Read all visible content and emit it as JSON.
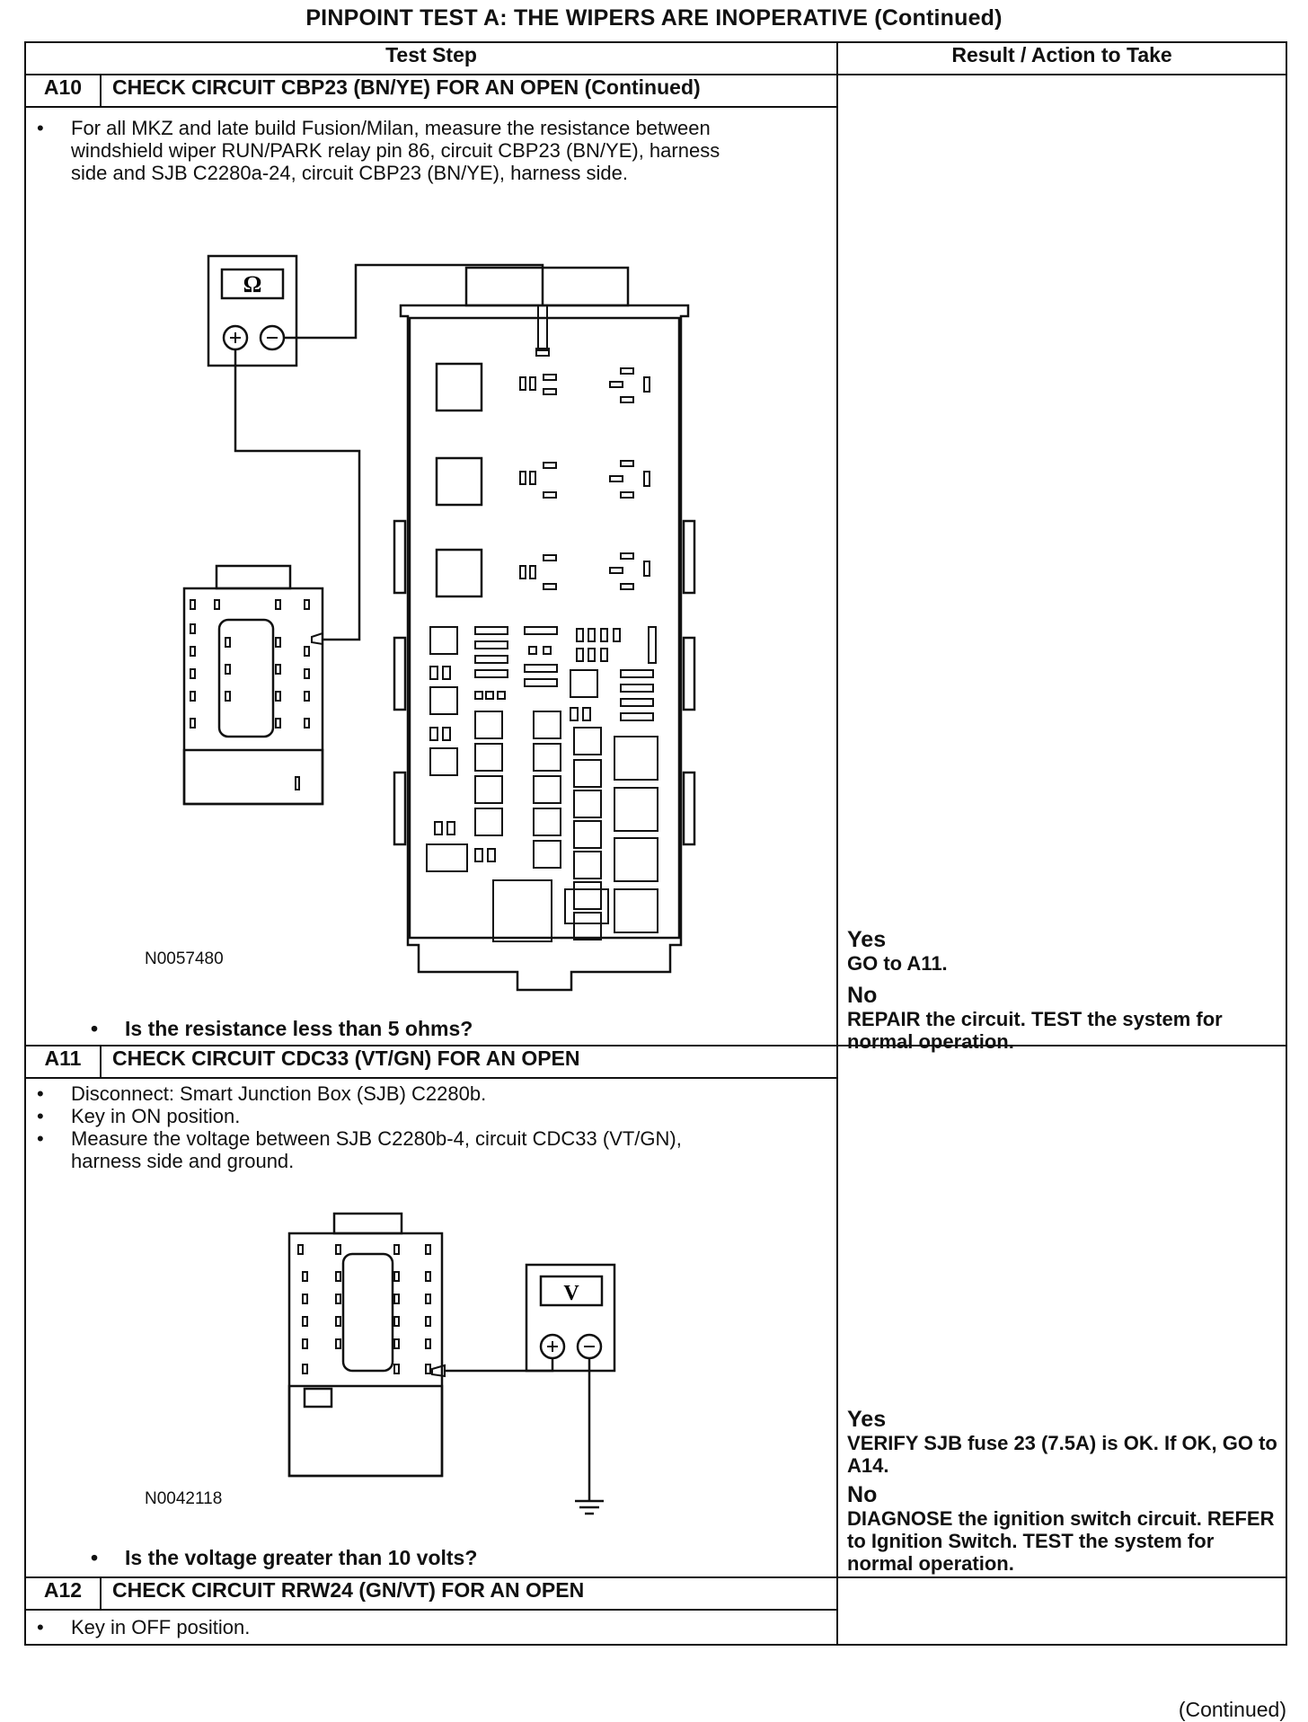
{
  "page_title": "PINPOINT TEST A: THE WIPERS ARE INOPERATIVE (Continued)",
  "columns": {
    "test_step": "Test Step",
    "result": "Result / Action to Take"
  },
  "steps": [
    {
      "id": "A10",
      "title": "CHECK CIRCUIT CBP23 (BN/YE) FOR AN OPEN (Continued)",
      "bullets": [
        "For all MKZ and late build Fusion/Milan, measure the resistance between windshield wiper RUN/PARK relay pin 86, circuit CBP23 (BN/YE), harness side and SJB C2280a-24, circuit CBP23 (BN/YE), harness side."
      ],
      "figure_id": "N0057480",
      "meter_symbol": "Ω",
      "question": "Is the resistance less than 5 ohms?",
      "yes_label": "Yes",
      "yes_text": "GO to A11.",
      "no_label": "No",
      "no_text": "REPAIR the circuit. TEST the system for normal operation."
    },
    {
      "id": "A11",
      "title": "CHECK CIRCUIT CDC33 (VT/GN) FOR AN OPEN",
      "bullets": [
        "Disconnect: Smart Junction Box (SJB) C2280b.",
        "Key in ON position.",
        "Measure the voltage between SJB C2280b-4, circuit CDC33 (VT/GN), harness side and ground."
      ],
      "figure_id": "N0042118",
      "meter_symbol": "V",
      "question": "Is the voltage greater than 10 volts?",
      "yes_label": "Yes",
      "yes_text": "VERIFY SJB fuse 23 (7.5A) is OK. If OK, GO to A14.",
      "no_label": "No",
      "no_text": "DIAGNOSE the ignition switch circuit. REFER to Ignition Switch. TEST the system for normal operation."
    },
    {
      "id": "A12",
      "title": "CHECK CIRCUIT RRW24 (GN/VT) FOR AN OPEN",
      "bullets": [
        "Key in OFF position."
      ]
    }
  ],
  "footer_continued": "(Continued)"
}
